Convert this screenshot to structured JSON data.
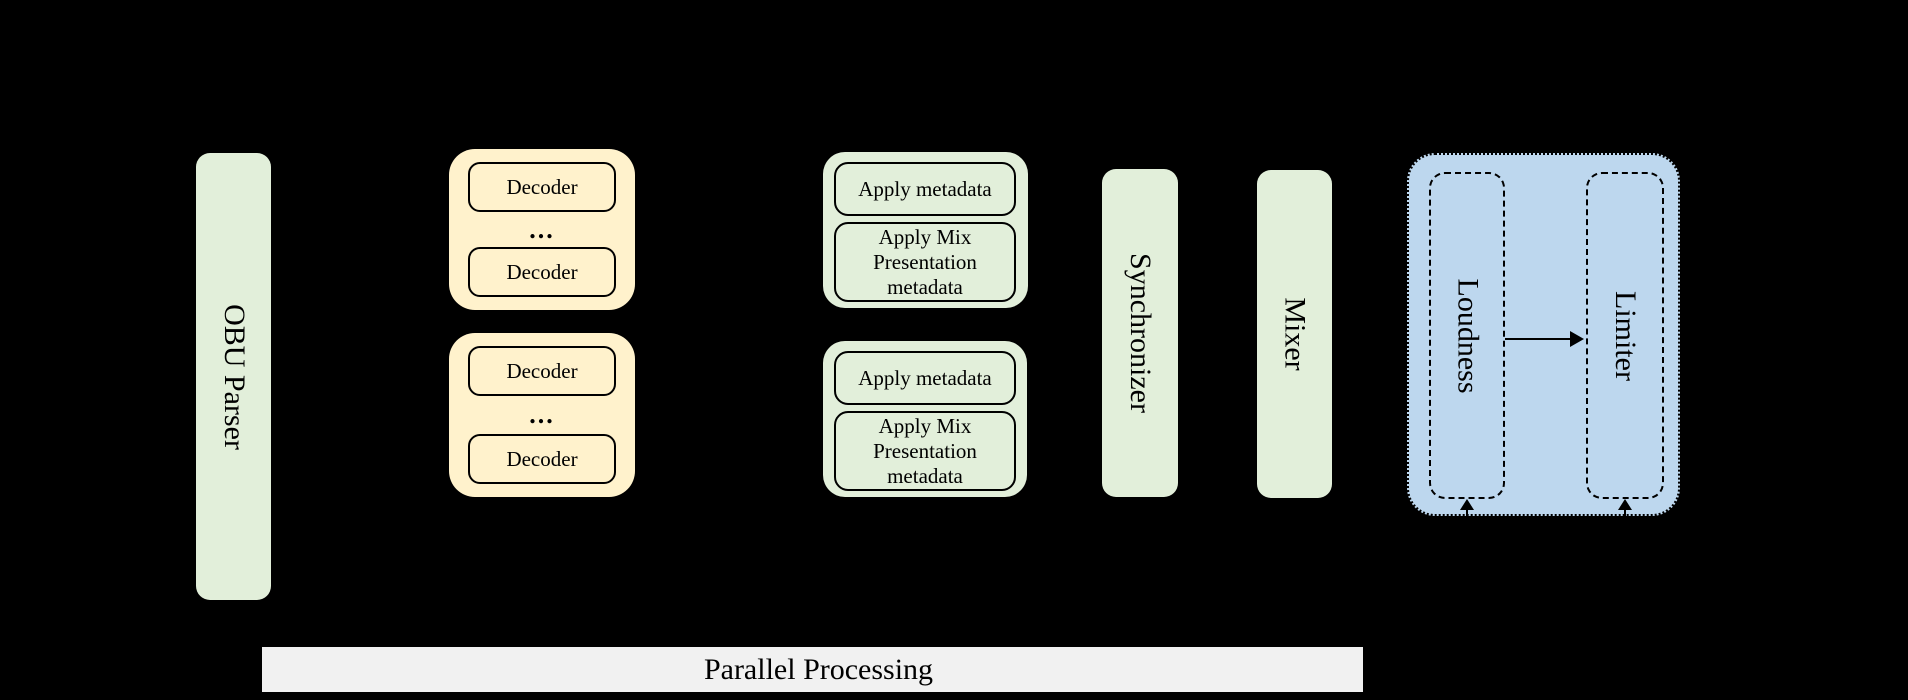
{
  "colors": {
    "background": "#000000",
    "box-green": "#e2efda",
    "box-yellow": "#fff2cc",
    "box-blue": "#bdd7ee",
    "strip-gray": "#f1f1f1",
    "line-black": "#000000",
    "text": "#000000"
  },
  "pipeline": {
    "obu_parser_label": "OBU Parser",
    "decoder_group_1": {
      "decoder_top": "Decoder",
      "ellipsis": "...",
      "decoder_bottom": "Decoder"
    },
    "decoder_group_2": {
      "decoder_top": "Decoder",
      "ellipsis": "...",
      "decoder_bottom": "Decoder"
    },
    "metadata_group_1": {
      "apply_metadata": "Apply metadata",
      "apply_mix_presentation": "Apply Mix\nPresentation\nmetadata"
    },
    "metadata_group_2": {
      "apply_metadata": "Apply metadata",
      "apply_mix_presentation": "Apply Mix\nPresentation\nmetadata"
    },
    "synchronizer_label": "Synchronizer",
    "mixer_label": "Mixer",
    "post_processing": {
      "loudness_label": "Loudness",
      "limiter_label": "Limiter"
    },
    "parallel_processing_label": "Parallel Processing"
  }
}
